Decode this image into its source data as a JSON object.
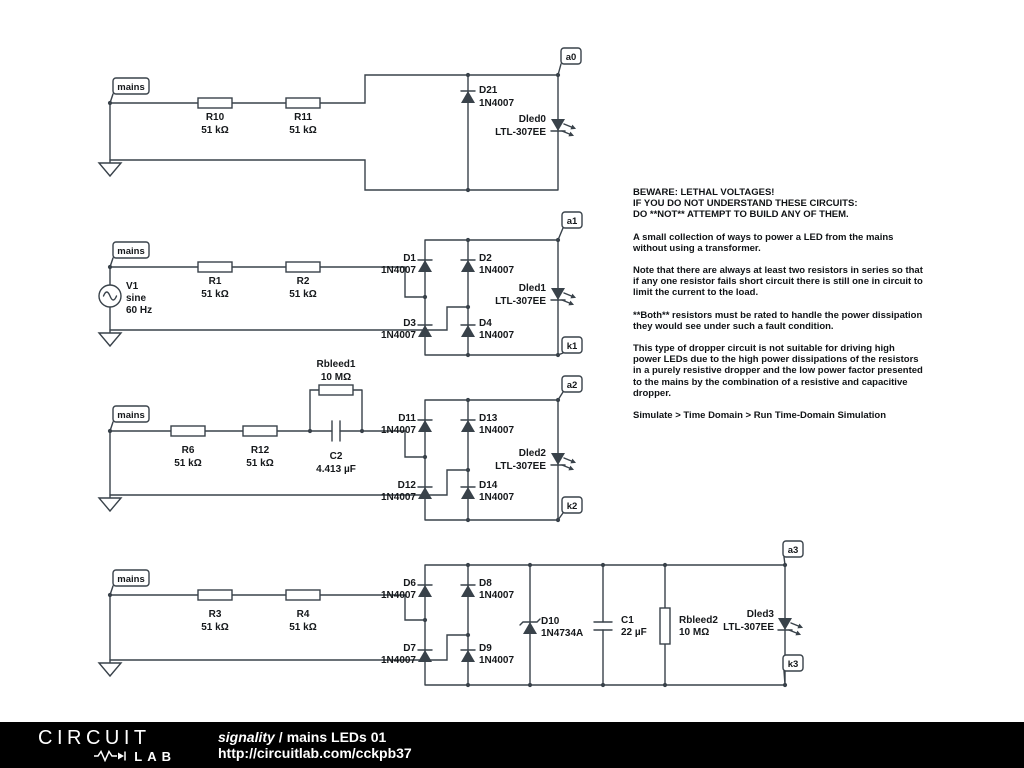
{
  "circuit1": {
    "mains": "mains",
    "r10_name": "R10",
    "r10_value": "51 kΩ",
    "r11_name": "R11",
    "r11_value": "51 kΩ",
    "d21_name": "D21",
    "d21_value": "1N4007",
    "dled0_name": "Dled0",
    "dled0_value": "LTL-307EE",
    "a0": "a0"
  },
  "circuit2": {
    "mains": "mains",
    "v1_name": "V1",
    "v1_type": "sine",
    "v1_freq": "60 Hz",
    "r1_name": "R1",
    "r1_value": "51 kΩ",
    "r2_name": "R2",
    "r2_value": "51 kΩ",
    "d1_name": "D1",
    "d1_value": "1N4007",
    "d2_name": "D2",
    "d2_value": "1N4007",
    "d3_name": "D3",
    "d3_value": "1N4007",
    "d4_name": "D4",
    "d4_value": "1N4007",
    "dled1_name": "Dled1",
    "dled1_value": "LTL-307EE",
    "a1": "a1",
    "k1": "k1"
  },
  "circuit3": {
    "mains": "mains",
    "r6_name": "R6",
    "r6_value": "51 kΩ",
    "r12_name": "R12",
    "r12_value": "51 kΩ",
    "rbleed1_name": "Rbleed1",
    "rbleed1_value": "10 MΩ",
    "c2_name": "C2",
    "c2_value": "4.413 µF",
    "d11_name": "D11",
    "d11_value": "1N4007",
    "d13_name": "D13",
    "d13_value": "1N4007",
    "d12_name": "D12",
    "d12_value": "1N4007",
    "d14_name": "D14",
    "d14_value": "1N4007",
    "dled2_name": "Dled2",
    "dled2_value": "LTL-307EE",
    "a2": "a2",
    "k2": "k2"
  },
  "circuit4": {
    "mains": "mains",
    "r3_name": "R3",
    "r3_value": "51 kΩ",
    "r4_name": "R4",
    "r4_value": "51 kΩ",
    "d6_name": "D6",
    "d6_value": "1N4007",
    "d8_name": "D8",
    "d8_value": "1N4007",
    "d7_name": "D7",
    "d7_value": "1N4007",
    "d9_name": "D9",
    "d9_value": "1N4007",
    "d10_name": "D10",
    "d10_value": "1N4734A",
    "c1_name": "C1",
    "c1_value": "22 µF",
    "rbleed2_name": "Rbleed2",
    "rbleed2_value": "10 MΩ",
    "dled3_name": "Dled3",
    "dled3_value": "LTL-307EE",
    "a3": "a3",
    "k3": "k3"
  },
  "notes": {
    "warning_line1": "BEWARE: LETHAL VOLTAGES!",
    "warning_line2": "IF YOU DO NOT UNDERSTAND THESE CIRCUITS:",
    "warning_line3": "DO **NOT** ATTEMPT TO BUILD ANY OF THEM.",
    "para1": "A small collection of ways to power a LED from the mains without using a transformer.",
    "para2": "Note that there are always at least two resistors in series so that if any one resistor fails short circuit there is still one in circuit to limit the current to the load.",
    "para3": "**Both** resistors must be rated to handle the power dissipation they would see under such a fault condition.",
    "para4": "This type of dropper circuit is not suitable for driving high power LEDs due to the high power dissipations of the resistors in a purely resistive dropper and the low power factor presented to the mains by the combination of a resistive and capacitive dropper.",
    "para5": "Simulate > Time Domain > Run Time-Domain Simulation"
  },
  "footer": {
    "brand_top": "CIRCUIT",
    "brand_bottom": "LAB",
    "author": "signality",
    "separator": "/",
    "title": "mains LEDs 01",
    "url": "http://circuitlab.com/cckpb37"
  }
}
